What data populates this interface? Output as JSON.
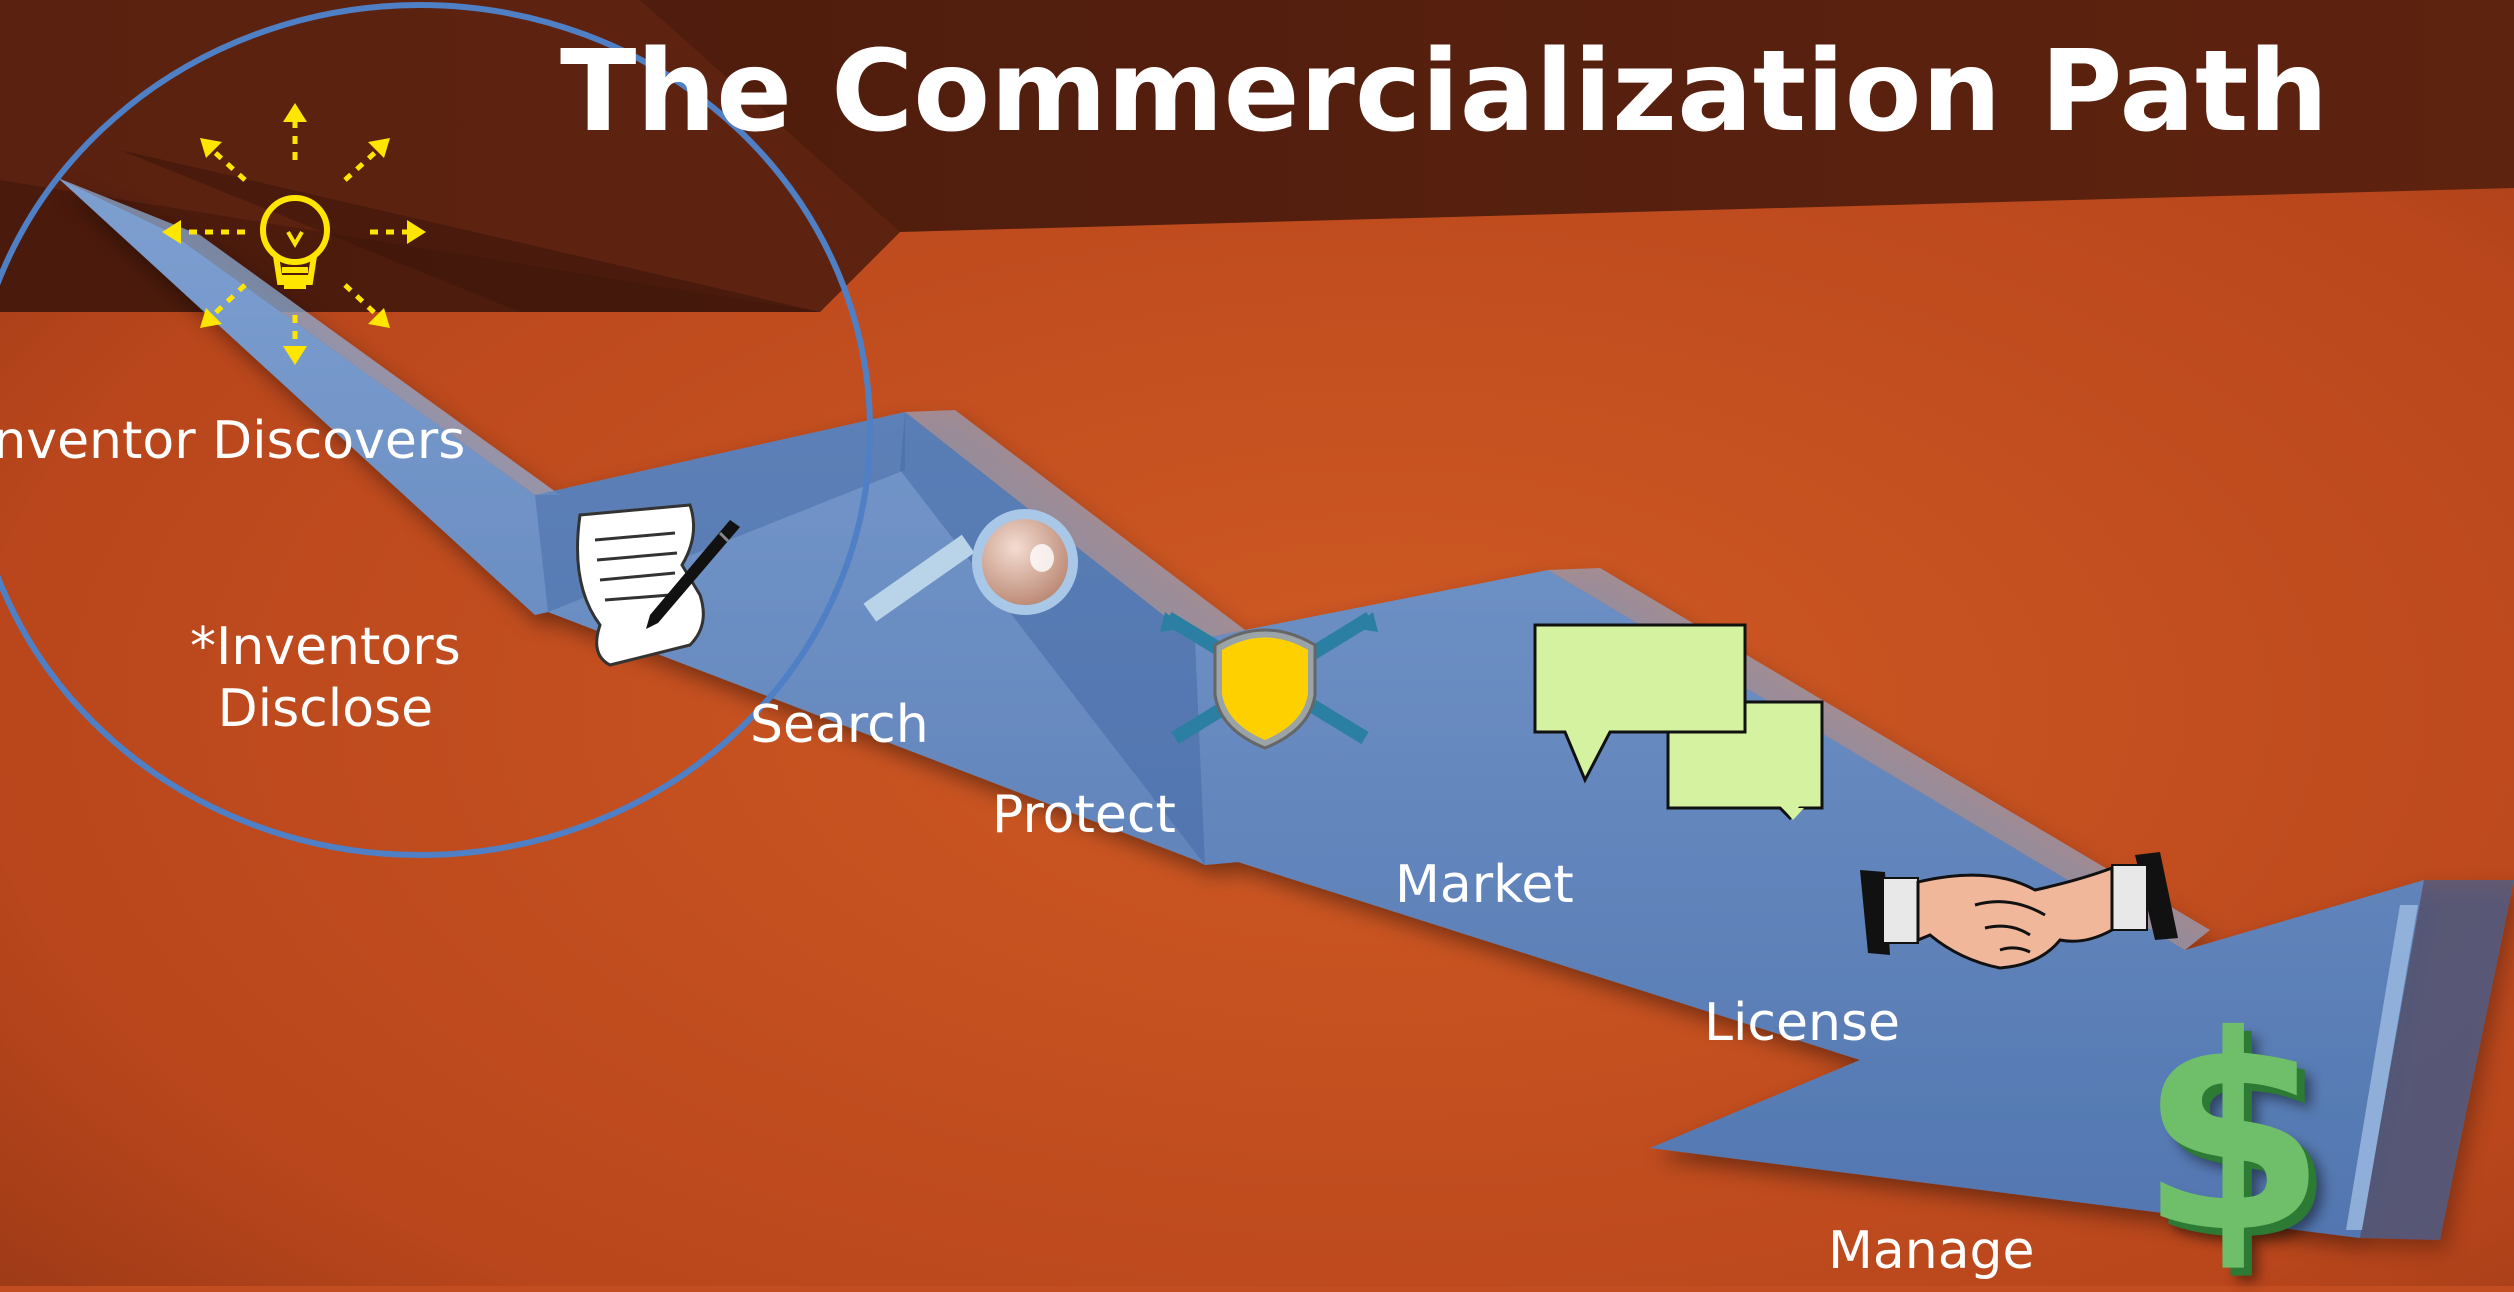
{
  "slide": {
    "title": "The Commercialization Path",
    "steps": [
      {
        "label": "Inventor Discovers",
        "icon": "lightbulb-icon"
      },
      {
        "label": "*Inventors\nDisclose",
        "icon": "document-pen-icon"
      },
      {
        "label": "Search",
        "icon": "magnifying-glass-icon"
      },
      {
        "label": "Protect",
        "icon": "shield-icon"
      },
      {
        "label": "Market",
        "icon": "speech-bubbles-icon"
      },
      {
        "label": "License",
        "icon": "handshake-icon"
      },
      {
        "label": "Manage",
        "icon": "dollar-sign-icon"
      }
    ],
    "dollar_symbol": "$"
  },
  "colors": {
    "background": "#c14d20",
    "title_band": "#5a2010",
    "path_arrow": "#6b8ec4",
    "circle_outline": "#4f7fc4",
    "lightbulb": "#ffe600",
    "bubbles": "#d4f2a0",
    "shield": "#ffd000",
    "dollar": "#6fbf6a",
    "text": "#ffffff"
  }
}
